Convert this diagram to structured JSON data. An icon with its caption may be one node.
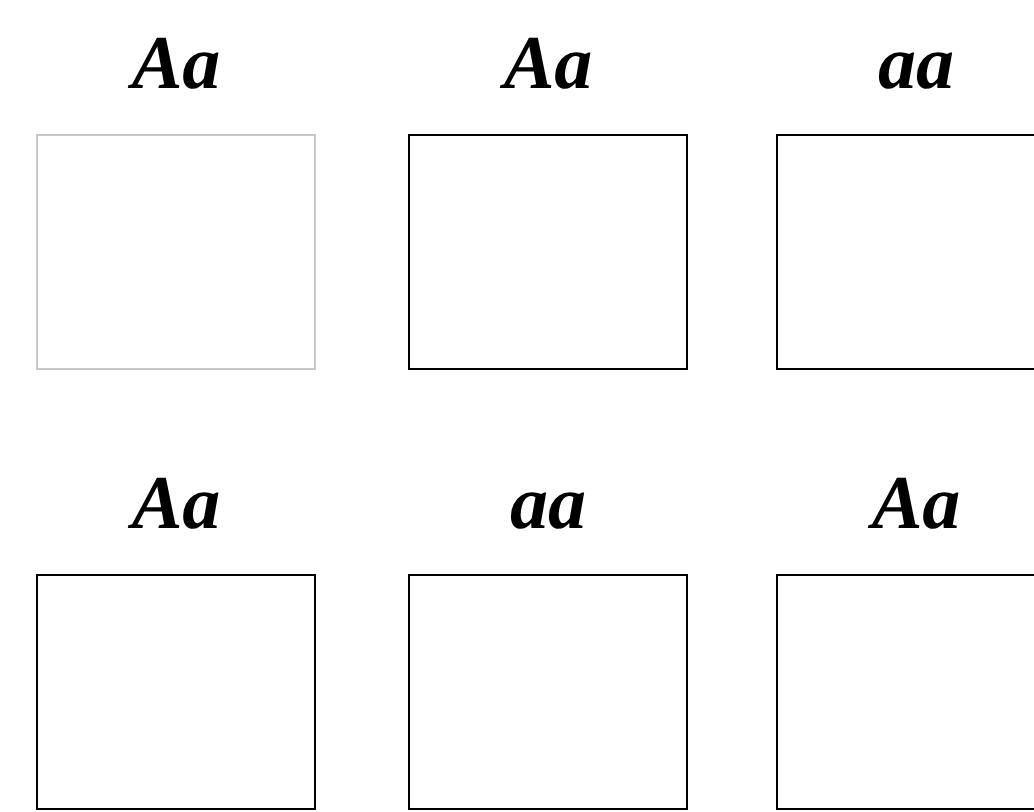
{
  "diagram": {
    "nodes": [
      {
        "text": [
          "Aa"
        ]
      },
      {
        "text": [
          "Aa"
        ]
      },
      {
        "text": [
          "aa"
        ]
      },
      {
        "text": [
          "Aa"
        ]
      },
      {
        "text": [
          "aa"
        ]
      },
      {
        "text": [
          "Aa"
        ]
      }
    ]
  }
}
